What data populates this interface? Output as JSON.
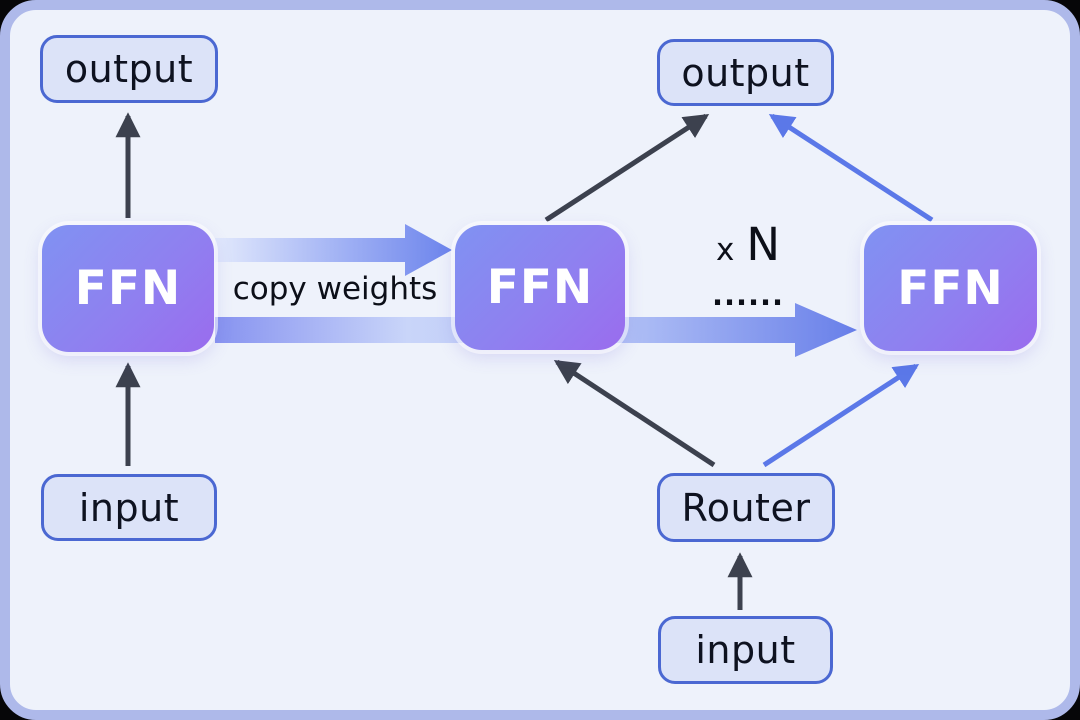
{
  "diagram": {
    "description": "Dense FFN upcycled into N expert FFNs with a Router (copy-weights initialization diagram)"
  },
  "nodes": {
    "output_left": {
      "label": "output"
    },
    "ffn_left": {
      "label": "FFN"
    },
    "input_left": {
      "label": "input"
    },
    "output_center": {
      "label": "output"
    },
    "ffn_center": {
      "label": "FFN"
    },
    "ffn_right": {
      "label": "FFN"
    },
    "router": {
      "label": "Router"
    },
    "input_bottom": {
      "label": "input"
    }
  },
  "labels": {
    "copy_weights": "copy weights",
    "repeat_x": "x",
    "repeat_n": "N",
    "ellipsis": "......"
  },
  "edges": [
    {
      "from": "input_left",
      "to": "ffn_left",
      "style": "thin",
      "color": "dark"
    },
    {
      "from": "ffn_left",
      "to": "output_left",
      "style": "thin",
      "color": "dark"
    },
    {
      "from": "ffn_left",
      "to": "ffn_center",
      "style": "thick-gradient",
      "color": "blue",
      "label": "copy weights"
    },
    {
      "from": "ffn_center",
      "to": "output_center",
      "style": "thin",
      "color": "dark"
    },
    {
      "from": "router",
      "to": "ffn_center",
      "style": "thin",
      "color": "dark"
    },
    {
      "from": "ffn_center",
      "to": "ffn_right",
      "style": "thick-gradient",
      "color": "blue",
      "label": "x N ......"
    },
    {
      "from": "router",
      "to": "ffn_right",
      "style": "thin",
      "color": "blue"
    },
    {
      "from": "ffn_right",
      "to": "output_center",
      "style": "thin",
      "color": "blue"
    },
    {
      "from": "input_bottom",
      "to": "router",
      "style": "thin",
      "color": "dark"
    }
  ],
  "colors": {
    "panel_background": "#eef2fb",
    "panel_border": "#aeb9ea",
    "node_fill": "#dce3f8",
    "node_border": "#4b68d2",
    "node_text": "#0e1220",
    "ffn_gradient_start": "#8092f2",
    "ffn_gradient_end": "#9a6cee",
    "ffn_text": "#ffffff",
    "dark_arrow": "#3c414e",
    "blue_arrow": "#5b78e8",
    "thick_arrow_solid": "#6b82ea",
    "thick_arrow_light": "#e2e9fc"
  }
}
